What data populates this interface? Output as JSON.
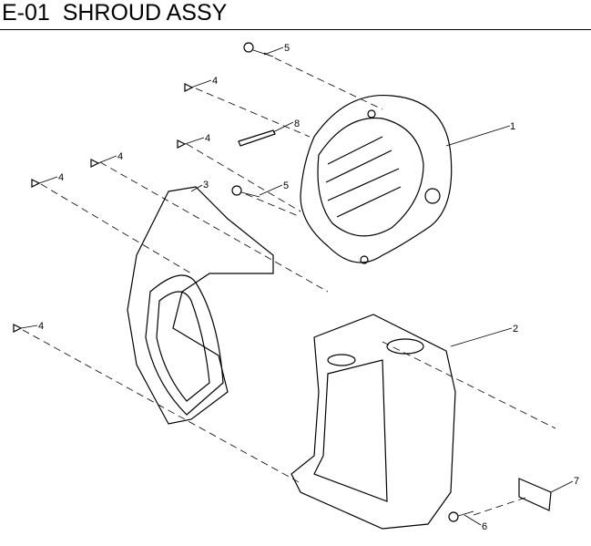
{
  "title": "E-01  SHROUD ASSY",
  "callouts": [
    "1",
    "2",
    "3",
    "4",
    "4",
    "4",
    "4",
    "4",
    "5",
    "5",
    "6",
    "7",
    "8"
  ]
}
